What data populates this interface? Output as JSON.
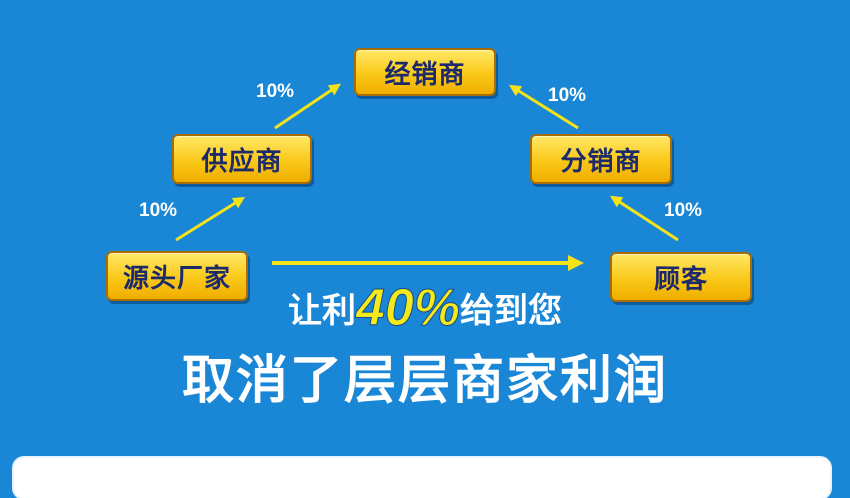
{
  "nodes": {
    "manufacturer": "源头厂家",
    "supplier": "供应商",
    "dealer": "经销商",
    "distributor": "分销商",
    "customer": "顾客"
  },
  "percentages": {
    "manufacturer_to_supplier": "10%",
    "supplier_to_dealer": "10%",
    "distributor_to_dealer": "10%",
    "customer_to_distributor": "10%"
  },
  "headline": {
    "prefix": "让利",
    "highlight": "40%",
    "suffix": "给到您"
  },
  "subline": "取消了层层商家利润",
  "colors": {
    "background": "#1a86d6",
    "box_fill": "#f9c818",
    "box_text": "#1c2a6b",
    "arrow": "#f5e31a",
    "highlight": "#f5ea19"
  }
}
